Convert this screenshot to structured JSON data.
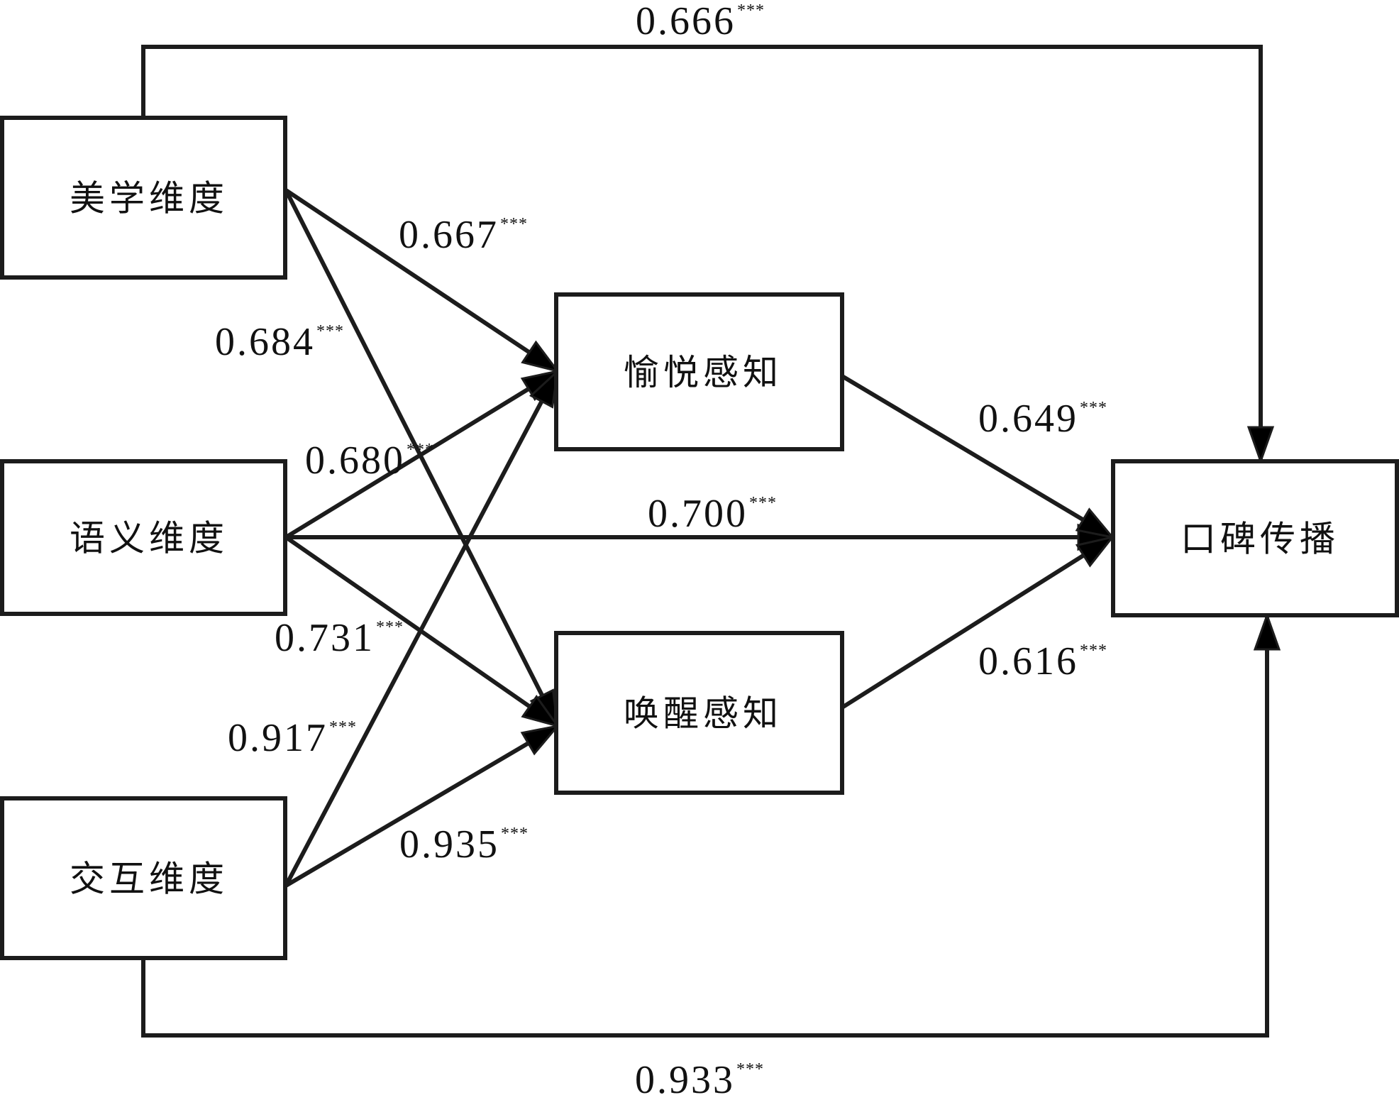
{
  "diagram": {
    "type": "path-model",
    "colors": {
      "line": "#1c1c1c",
      "text": "#111111",
      "background": "#ffffff"
    },
    "nodes": {
      "aesthetic": {
        "label": "美学维度"
      },
      "semantic": {
        "label": "语义维度"
      },
      "interactive": {
        "label": "交互维度"
      },
      "pleasure": {
        "label": "愉悦感知"
      },
      "arousal": {
        "label": "唤醒感知"
      },
      "wom": {
        "label": "口碑传播"
      }
    },
    "edges": {
      "aesthetic_wom": {
        "from": "美学维度",
        "to": "口碑传播",
        "coefficient": "0.666",
        "significance": "***"
      },
      "aesthetic_pleasure": {
        "from": "美学维度",
        "to": "愉悦感知",
        "coefficient": "0.667",
        "significance": "***"
      },
      "aesthetic_arousal": {
        "from": "美学维度",
        "to": "唤醒感知",
        "coefficient": "0.684",
        "significance": "***"
      },
      "semantic_pleasure": {
        "from": "语义维度",
        "to": "愉悦感知",
        "coefficient": "0.680",
        "significance": "***"
      },
      "semantic_wom": {
        "from": "语义维度",
        "to": "口碑传播",
        "coefficient": "0.700",
        "significance": "***"
      },
      "semantic_arousal": {
        "from": "语义维度",
        "to": "唤醒感知",
        "coefficient": "0.731",
        "significance": "***"
      },
      "interactive_pleasure": {
        "from": "交互维度",
        "to": "愉悦感知",
        "coefficient": "0.917",
        "significance": "***"
      },
      "interactive_arousal": {
        "from": "交互维度",
        "to": "唤醒感知",
        "coefficient": "0.935",
        "significance": "***"
      },
      "pleasure_wom": {
        "from": "愉悦感知",
        "to": "口碑传播",
        "coefficient": "0.649",
        "significance": "***"
      },
      "arousal_wom": {
        "from": "唤醒感知",
        "to": "口碑传播",
        "coefficient": "0.616",
        "significance": "***"
      },
      "interactive_wom": {
        "from": "交互维度",
        "to": "口碑传播",
        "coefficient": "0.933",
        "significance": "***"
      }
    }
  }
}
